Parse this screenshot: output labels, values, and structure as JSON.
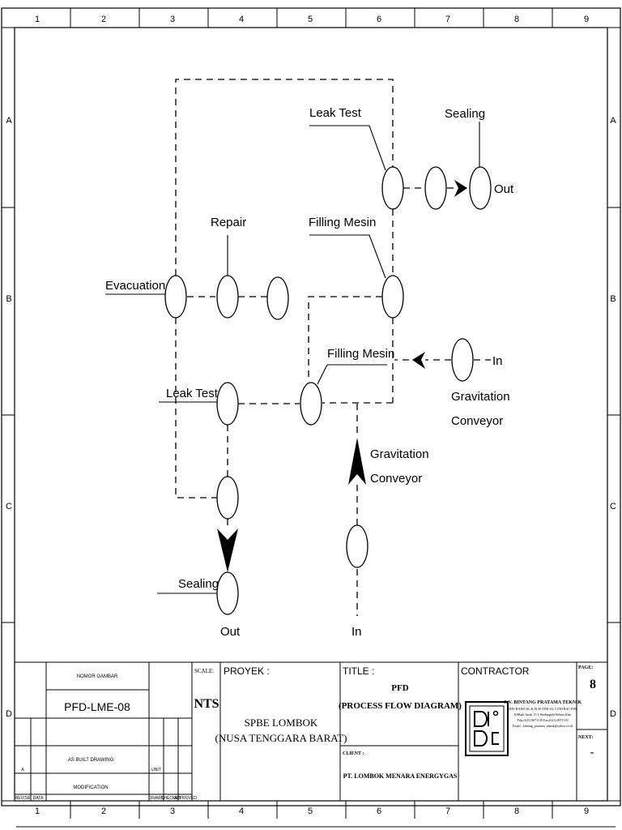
{
  "border": {
    "columns": [
      "1",
      "2",
      "3",
      "4",
      "5",
      "6",
      "7",
      "8",
      "9"
    ],
    "rows": [
      "A",
      "B",
      "C",
      "D"
    ]
  },
  "diagram": {
    "labels": {
      "leak_test_top": "Leak Test",
      "sealing_top": "Sealing",
      "out_top": "Out",
      "repair": "Repair",
      "filling_mesin_upper": "Filling Mesin",
      "evacuation": "Evacuation",
      "filling_mesin_lower": "Filling Mesin",
      "in_right": "In",
      "gravitation_conveyor_right_1": "Gravitation",
      "gravitation_conveyor_right_2": "Conveyor",
      "leak_test_left": "Leak Test",
      "gravitation_conveyor_mid_1": "Gravitation",
      "gravitation_conveyor_mid_2": "Conveyor",
      "sealing_bottom": "Sealing",
      "out_bottom": "Out",
      "in_bottom": "In"
    }
  },
  "title_block": {
    "nomor_gambar_label": "NOMOR GAMBAR",
    "nomor_gambar": "PFD-LME-08",
    "as_built": "AS BUILT DRAWING",
    "modification": "MODIFICATION",
    "rev_letter": "A",
    "small_cols": [
      "REV/SR",
      "DATA",
      "DRAWN",
      "CHECKED",
      "APPROVED"
    ],
    "unit_label": "UNIT",
    "scale_label": "SCALE:",
    "scale": "NTS",
    "proyek_label": "PROYEK :",
    "proyek_line1": "SPBE LOMBOK",
    "proyek_line2": "(NUSA TENGGARA BARAT)",
    "title_label": "TITLE :",
    "title_line1": "PFD",
    "title_line2": "(PROCESS FLOW DIAGRAM)",
    "client_label": "CLIENT :",
    "client": "PT. LOMBOK MENARA ENERGYGAS",
    "contractor_label": "CONTRACTOR",
    "logo_text": "DI° DC",
    "company_name": "C.V. BINTANG PRATAMA TEKNIK",
    "company_sub": "MECHANICAL & ELECTRICAL CONTRACTOR",
    "company_addr": "Jl.Mbak Sarah 15 S Waduagede Bekasi Kab.",
    "company_tel": "Telp.(021) 8071139 Fax.(021) 8071139",
    "company_email": "Email : bintang_pratama_teknik@yahoo.co.id",
    "page_label": "PAGE:",
    "page": "8",
    "next_label": "NEXT:",
    "next": "-"
  }
}
